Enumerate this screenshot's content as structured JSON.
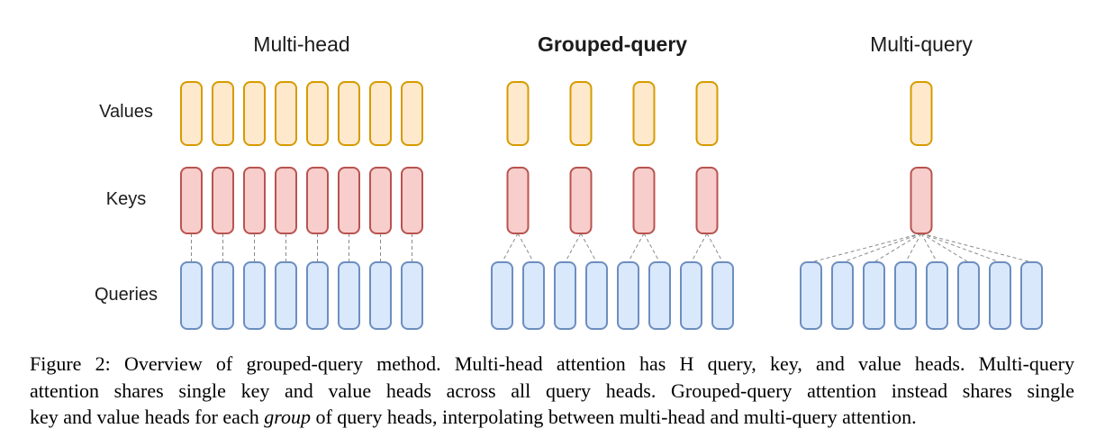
{
  "figure": {
    "row_labels": [
      "Values",
      "Keys",
      "Queries"
    ],
    "panels": [
      {
        "id": "multi-head",
        "title": "Multi-head",
        "bold": false,
        "num_values": 8,
        "num_keys": 8,
        "num_queries": 8,
        "queries_per_key": 1
      },
      {
        "id": "grouped-query",
        "title": "Grouped-query",
        "bold": true,
        "num_values": 4,
        "num_keys": 4,
        "num_queries": 8,
        "queries_per_key": 2
      },
      {
        "id": "multi-query",
        "title": "Multi-query",
        "bold": false,
        "num_values": 1,
        "num_keys": 1,
        "num_queries": 8,
        "queries_per_key": 8
      }
    ],
    "colors": {
      "values_fill": "#FFE9CC",
      "values_stroke": "#D79B00",
      "keys_fill": "#F8CECC",
      "keys_stroke": "#B85450",
      "queries_fill": "#DAE8FC",
      "queries_stroke": "#6C8EBF",
      "connector": "#8a8a8a"
    }
  },
  "caption": {
    "line1": "Figure 2: Overview of grouped-query method. Multi-head attention has H query, key, and value heads. Multi-query",
    "line2": "attention shares single key and value heads across all query heads. Grouped-query attention instead shares single",
    "line3_before": "key and value heads for each ",
    "line3_italic": "group",
    "line3_after": " of query heads, interpolating between multi-head and multi-query attention."
  }
}
